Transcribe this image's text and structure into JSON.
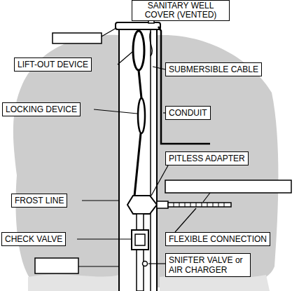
{
  "diagram": {
    "nodes": [
      {
        "text": [
          "SANITARY WELL COVER (VENTED)"
        ]
      },
      {
        "text": [
          "LIFT-OUT DEVICE"
        ]
      },
      {
        "text": [
          "SUBMERSIBLE CABLE"
        ]
      },
      {
        "text": [
          "LOCKING DEVICE"
        ]
      },
      {
        "text": [
          "CONDUIT"
        ]
      },
      {
        "text": [
          "PITLESS ADAPTER"
        ]
      },
      {
        "text": [
          "FROST LINE"
        ]
      },
      {
        "text": [
          "CHECK VALVE"
        ]
      },
      {
        "text": [
          "FLEXIBLE CONNECTION"
        ]
      },
      {
        "text": [
          "SNIFTER VALVE or AIR CHARGER"
        ]
      }
    ]
  }
}
